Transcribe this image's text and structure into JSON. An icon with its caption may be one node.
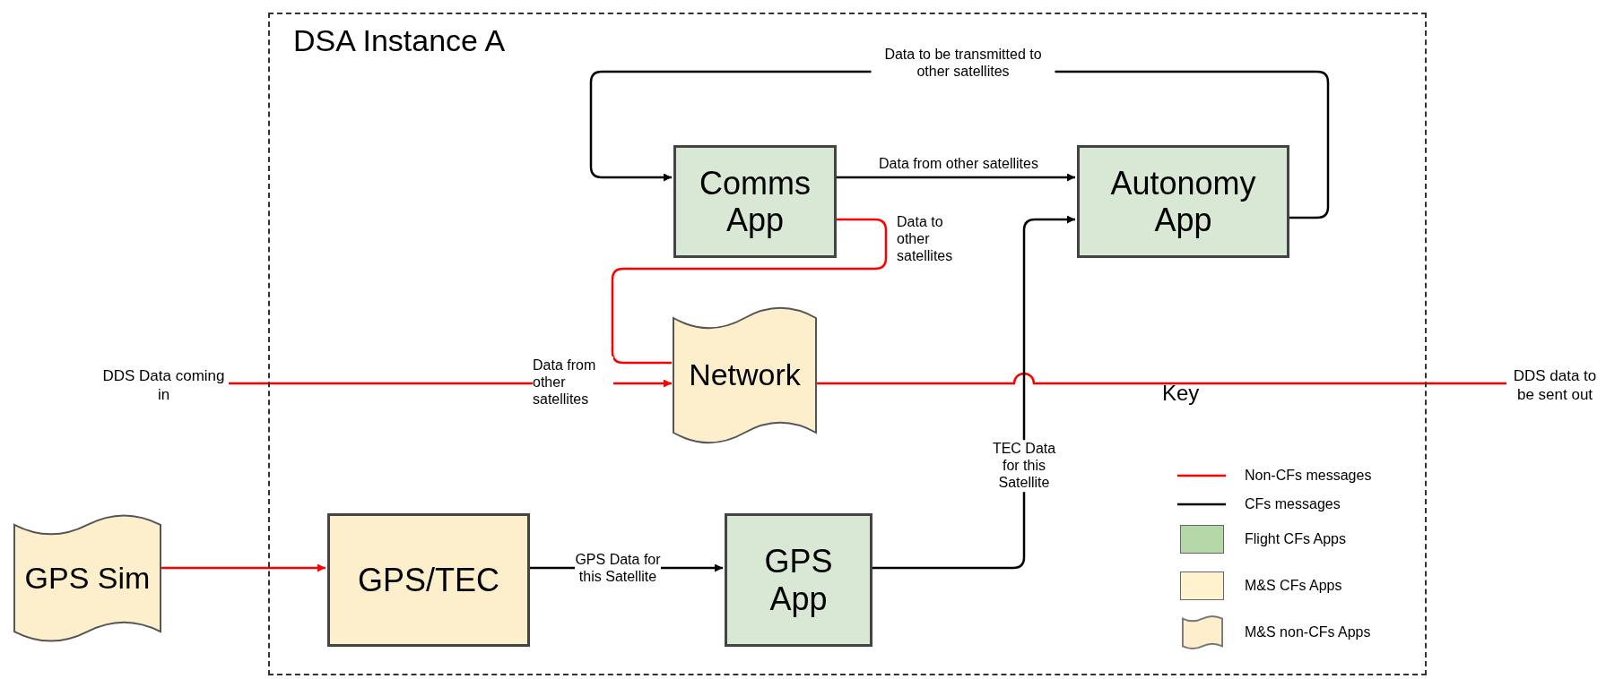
{
  "diagram": {
    "nodes": [
      {
        "text": [
          "DSA Instance A"
        ]
      },
      {
        "text": [
          "Comms App"
        ],
        "in": 0
      },
      {
        "text": [
          "Autonomy App"
        ],
        "in": 0
      },
      {
        "text": [
          "DDS Data coming in"
        ]
      },
      {
        "text": [
          "Network"
        ],
        "in": 0
      },
      {
        "text": [
          "DDS data to be sent out"
        ]
      },
      {
        "text": [
          "GPS Sim"
        ]
      },
      {
        "text": [
          "GPS/TEC"
        ],
        "in": 0
      },
      {
        "text": [
          "GPS App"
        ],
        "in": 0
      }
    ],
    "edges": [
      {
        "from": 2,
        "to": 1,
        "arrow": "to",
        "label": "Data to be transmitted to other satellites"
      },
      {
        "from": 1,
        "to": 2,
        "arrow": "to",
        "label": "Data from other satellites"
      },
      {
        "from": 1,
        "to": 4,
        "arrow": "none",
        "label": "Data to other satellites",
        "color": "#ff0000"
      },
      {
        "from": 3,
        "to": 4,
        "arrow": "to",
        "label": "Data from other satellites",
        "color": "#ff0000"
      },
      {
        "from": 4,
        "to": 5,
        "arrow": "none",
        "color": "#ff0000"
      },
      {
        "from": 6,
        "to": 7,
        "arrow": "to",
        "color": "#ff0000"
      },
      {
        "from": 7,
        "to": 8,
        "arrow": "to",
        "label": "GPS Data for this Satellite"
      },
      {
        "from": 8,
        "to": 2,
        "arrow": "to",
        "label": "TEC Data for this Satellite"
      }
    ],
    "labels": [
      "Key"
    ],
    "legend": [
      {
        "text": "Non-CFs messages"
      },
      {
        "text": "CFs messages"
      },
      {
        "text": "Flight CFs Apps",
        "color": "#b6d7a8"
      },
      {
        "text": "M&S CFs Apps",
        "color": "#fff2cc"
      },
      {
        "text": "M&S non-CFs Apps"
      }
    ]
  }
}
